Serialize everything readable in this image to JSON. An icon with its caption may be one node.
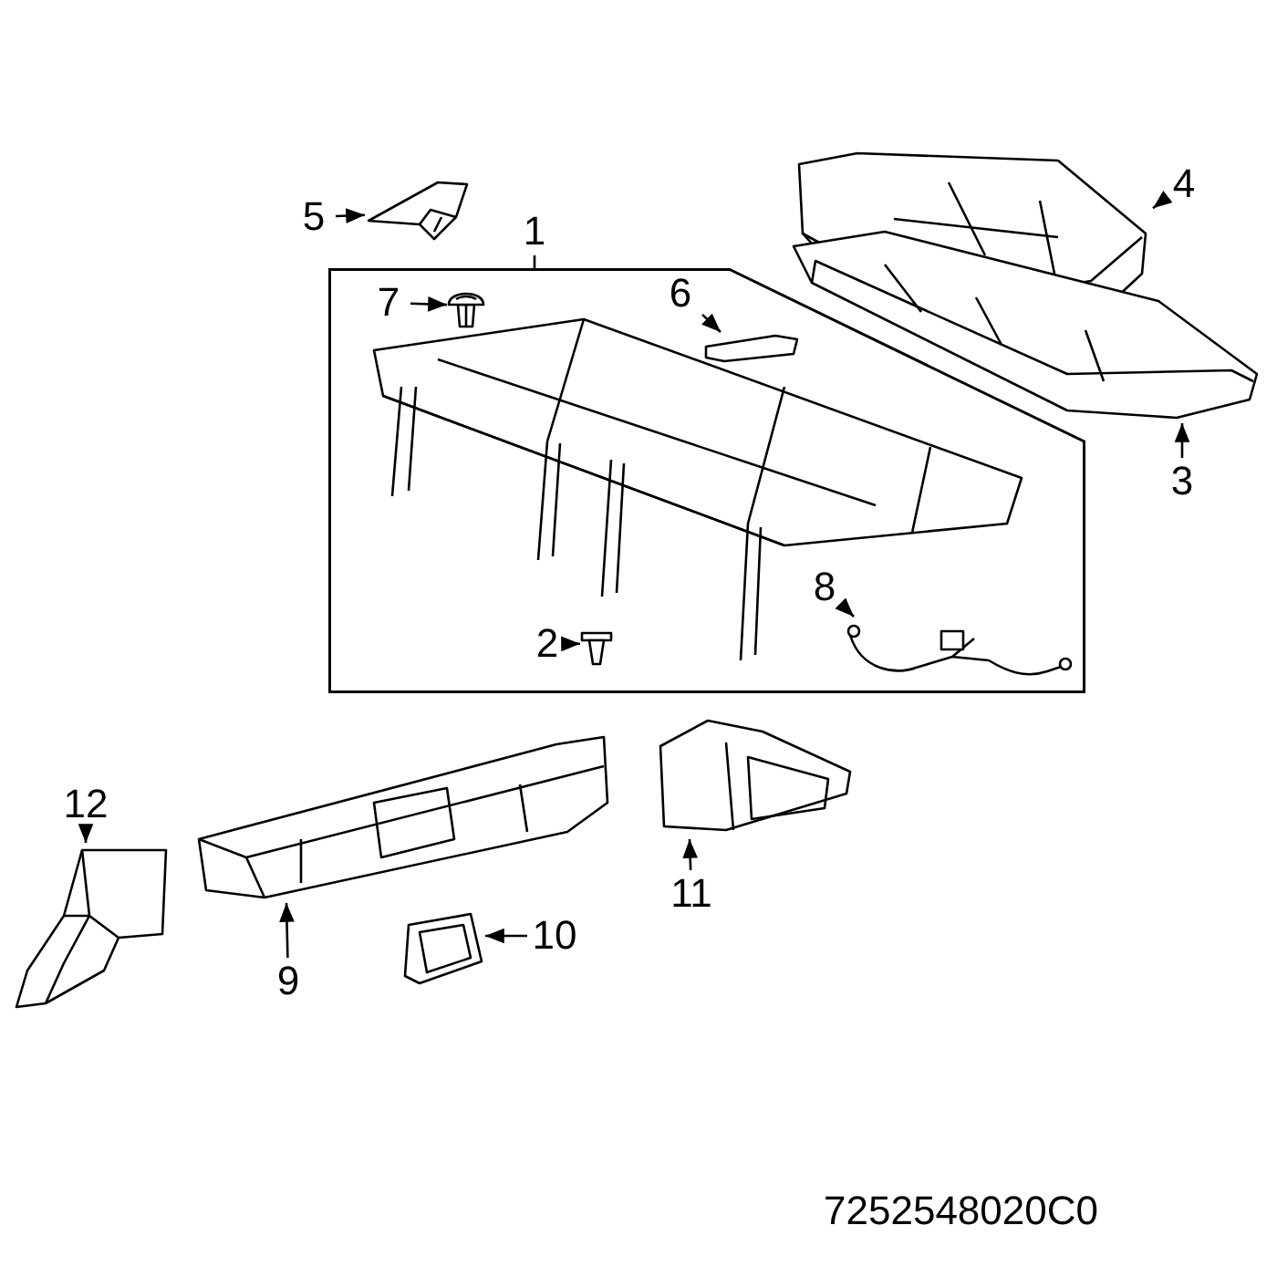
{
  "diagram": {
    "nodes": [
      {
        "text": [
          "5"
        ]
      },
      {
        "text": [],
        "shape": "picture"
      },
      {
        "text": [
          "1"
        ]
      },
      {
        "text": [
          "4"
        ]
      },
      {
        "text": [],
        "shape": "picture"
      },
      {
        "text": [],
        "shape": "box"
      },
      {
        "text": [
          "7"
        ],
        "in": 5
      },
      {
        "text": [],
        "shape": "picture",
        "in": 5
      },
      {
        "text": [
          "6"
        ],
        "in": 5
      },
      {
        "text": [],
        "shape": "picture",
        "in": 5
      },
      {
        "text": [],
        "shape": "picture"
      },
      {
        "text": [
          "3"
        ]
      },
      {
        "text": [
          "8"
        ],
        "in": 5
      },
      {
        "text": [],
        "shape": "picture",
        "in": 5
      },
      {
        "text": [
          "2"
        ],
        "in": 5
      },
      {
        "text": [],
        "shape": "picture",
        "in": 5
      },
      {
        "text": [
          "12"
        ]
      },
      {
        "text": [],
        "shape": "picture"
      },
      {
        "text": [],
        "shape": "picture"
      },
      {
        "text": [],
        "shape": "picture"
      },
      {
        "text": [],
        "shape": "picture"
      },
      {
        "text": [
          "9"
        ]
      },
      {
        "text": [
          "10"
        ]
      },
      {
        "text": [
          "11"
        ]
      }
    ],
    "edges": [
      {
        "from": 0,
        "to": 1,
        "arrow": "to"
      },
      {
        "from": 2,
        "to": 5,
        "arrow": "none"
      },
      {
        "from": 3,
        "to": 4,
        "arrow": "to"
      },
      {
        "from": 6,
        "to": 7,
        "arrow": "to"
      },
      {
        "from": 8,
        "to": 9,
        "arrow": "to"
      },
      {
        "from": 11,
        "to": 10,
        "arrow": "to"
      },
      {
        "from": 12,
        "to": 13,
        "arrow": "to"
      },
      {
        "from": 14,
        "to": 15,
        "arrow": "to"
      },
      {
        "from": 16,
        "to": 17,
        "arrow": "to"
      },
      {
        "from": 21,
        "to": 18,
        "arrow": "to"
      },
      {
        "from": 22,
        "to": 20,
        "arrow": "to"
      },
      {
        "from": 23,
        "to": 19,
        "arrow": "to"
      }
    ],
    "labels": [
      "7252548020C0"
    ]
  }
}
